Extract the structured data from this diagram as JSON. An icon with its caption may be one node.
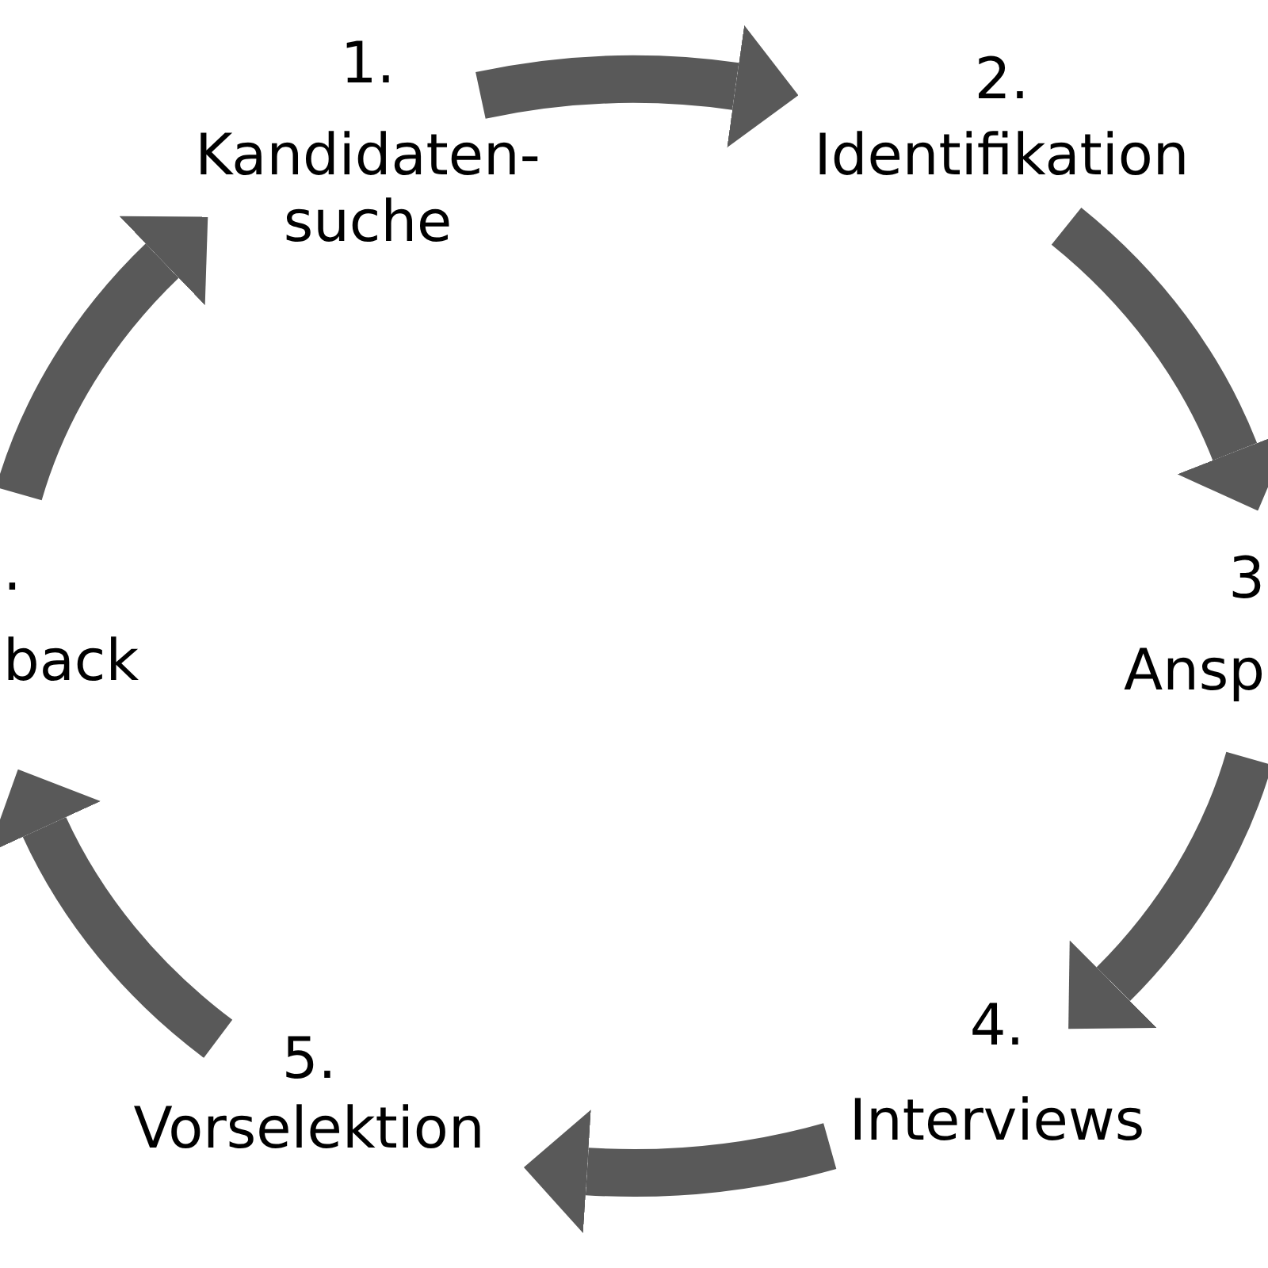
{
  "diagram": {
    "nodes": [
      {
        "text": [
          "1.",
          "Kandidaten- suche"
        ]
      },
      {
        "text": [
          "2.",
          "Identifikation"
        ]
      },
      {
        "text": [
          "3",
          "Ansp"
        ]
      },
      {
        "text": [
          "4.",
          "Interviews"
        ]
      },
      {
        "text": [
          "5.",
          "Vorselektion"
        ]
      },
      {
        "text": [
          ".",
          "back"
        ]
      }
    ],
    "edges": [
      {
        "from": 0,
        "to": 1,
        "arrow": "to"
      },
      {
        "from": 1,
        "to": 2,
        "arrow": "to"
      },
      {
        "from": 2,
        "to": 3,
        "arrow": "to"
      },
      {
        "from": 3,
        "to": 4,
        "arrow": "to"
      },
      {
        "from": 4,
        "to": 5,
        "arrow": "to"
      },
      {
        "from": 5,
        "to": 0,
        "arrow": "to"
      }
    ]
  }
}
